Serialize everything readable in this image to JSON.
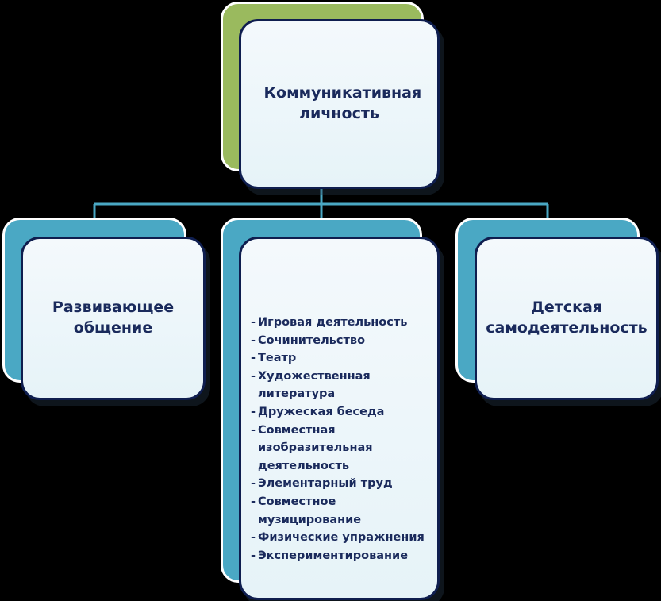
{
  "diagram": {
    "root": {
      "label": "Коммуникативная личность"
    },
    "children": [
      {
        "label": "Развивающее общение"
      },
      {
        "items": [
          "Игровая деятельность",
          "Сочинительство",
          "Театр",
          "Художественная литература",
          "Дружеская беседа",
          "Совместная изобразительная деятельность",
          "Элементарный труд",
          "Совместное музицирование",
          "Физические упражнения",
          "Экспериментирование"
        ]
      },
      {
        "label": "Детская самодеятельность"
      }
    ]
  },
  "colors": {
    "background": "#000000",
    "root_accent": "#9aba5e",
    "child_accent": "#4aa8c4",
    "box_fill": "#eaf5f9",
    "border": "#0f1e4f",
    "text": "#1a2a5c",
    "connector": "#4aa8c4"
  }
}
